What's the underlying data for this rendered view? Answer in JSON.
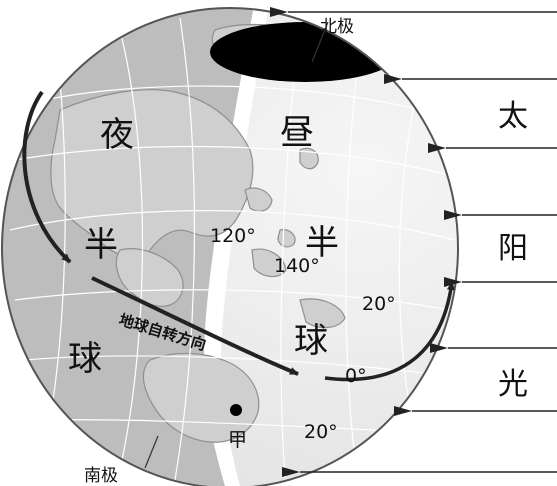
{
  "labels": {
    "north_pole": "北极",
    "south_pole": "南极",
    "night_hemisphere": [
      "夜",
      "半",
      "球"
    ],
    "day_hemisphere": [
      "昼",
      "半",
      "球"
    ],
    "sunlight": [
      "太",
      "阳",
      "光"
    ],
    "rotation_direction": "地球自转方向",
    "point_jia": "甲"
  },
  "coordinates": {
    "lon_120": "120°",
    "lon_140": "140°",
    "lat_20_north": "20°",
    "lat_0": "0°",
    "lat_20_south": "20°"
  },
  "colors": {
    "night_side": "#bdbdbd",
    "day_side": "#efefef",
    "grid": "#ffffff",
    "coast": "#9a9a9a",
    "arrow": "#222222"
  }
}
